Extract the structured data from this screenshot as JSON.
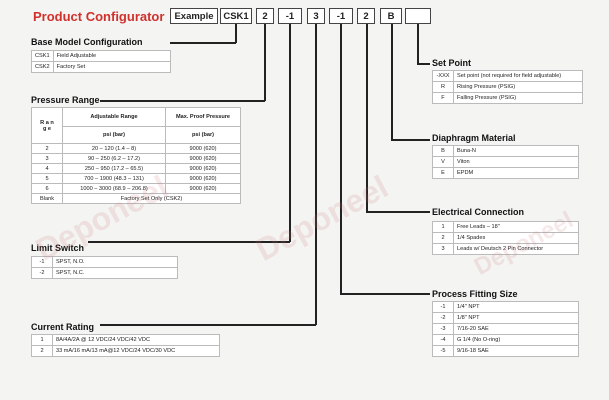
{
  "title": "Product Configurator",
  "header_codes": [
    "Example",
    "CSK1",
    "2",
    "-1",
    "3",
    "-1",
    "2",
    "B",
    ""
  ],
  "base": {
    "title": "Base Model Configuration",
    "rows": [
      [
        "CSK1",
        "Field Adjustable"
      ],
      [
        "CSK2",
        "Factory Set"
      ]
    ]
  },
  "pressure": {
    "title": "Pressure Range",
    "col_range": "R a n g e",
    "col_adjustable": "Adjustable Range",
    "col_proof": "Max. Proof Pressure",
    "unit_adjustable": "psi (bar)",
    "unit_proof": "psi (bar)",
    "rows": [
      [
        "2",
        "20 – 120 (1.4 – 8)",
        "9000 (620)"
      ],
      [
        "3",
        "90 – 250 (6.2 – 17.2)",
        "9000 (620)"
      ],
      [
        "4",
        "250 – 950 (17.2 – 65.5)",
        "9000 (620)"
      ],
      [
        "5",
        "700 – 1900 (48.3 – 131)",
        "9000 (620)"
      ],
      [
        "6",
        "1000 – 3000 (68.9 – 206.8)",
        "9000 (620)"
      ]
    ],
    "last_code": "Blank",
    "last_desc": "Factory Set Only (CSK2)"
  },
  "limit": {
    "title": "Limit Switch",
    "rows": [
      [
        "-1",
        "SPST, N.O."
      ],
      [
        "-2",
        "SPST, N.C."
      ]
    ]
  },
  "current": {
    "title": "Current Rating",
    "rows": [
      [
        "1",
        "8A/4A/2A @ 12 VDC/24 VDC/42 VDC"
      ],
      [
        "2",
        "33 mA/16 mA/13 mA@12 VDC/24 VDC/30 VDC"
      ]
    ]
  },
  "setpoint": {
    "title": "Set Point",
    "rows": [
      [
        "-XXX",
        "Set point (not required for field adjustable)"
      ],
      [
        "R",
        "Rising Pressure (PSIG)"
      ],
      [
        "F",
        "Falling Pressure (PSIG)"
      ]
    ]
  },
  "diaphragm": {
    "title": "Diaphragm Material",
    "rows": [
      [
        "B",
        "Buna-N"
      ],
      [
        "V",
        "Viton"
      ],
      [
        "E",
        "EPDM"
      ]
    ]
  },
  "electrical": {
    "title": "Electrical Connection",
    "rows": [
      [
        "1",
        "Free Leads – 18\""
      ],
      [
        "2",
        "1/4 Spades"
      ],
      [
        "3",
        "Leads w/ Deutsch 2 Pin Connector"
      ]
    ]
  },
  "fitting": {
    "title": "Process Fitting Size",
    "rows": [
      [
        "-1",
        "1/4\" NPT"
      ],
      [
        "-2",
        "1/8\" NPT"
      ],
      [
        "-3",
        "7/16-20 SAE"
      ],
      [
        "-4",
        "G 1/4 (No O-ring)"
      ],
      [
        "-5",
        "9/16-18 SAE"
      ]
    ]
  },
  "watermark": "Deponeel"
}
